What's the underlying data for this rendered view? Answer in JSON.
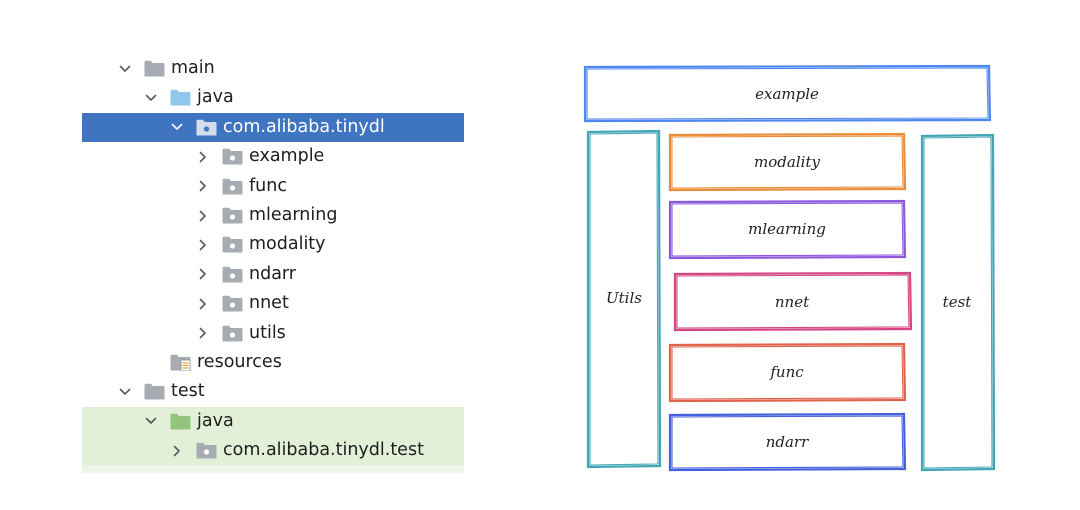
{
  "tree": {
    "items": [
      {
        "label": "main",
        "depth": 0,
        "expanded": true,
        "folder": "plain"
      },
      {
        "label": "java",
        "depth": 1,
        "expanded": true,
        "folder": "source"
      },
      {
        "label": "com.alibaba.tinydl",
        "depth": 2,
        "expanded": true,
        "folder": "package",
        "selected": true
      },
      {
        "label": "example",
        "depth": 3,
        "expanded": false,
        "folder": "package"
      },
      {
        "label": "func",
        "depth": 3,
        "expanded": false,
        "folder": "package"
      },
      {
        "label": "mlearning",
        "depth": 3,
        "expanded": false,
        "folder": "package"
      },
      {
        "label": "modality",
        "depth": 3,
        "expanded": false,
        "folder": "package"
      },
      {
        "label": "ndarr",
        "depth": 3,
        "expanded": false,
        "folder": "package"
      },
      {
        "label": "nnet",
        "depth": 3,
        "expanded": false,
        "folder": "package"
      },
      {
        "label": "utils",
        "depth": 3,
        "expanded": false,
        "folder": "package"
      },
      {
        "label": "resources",
        "depth": 1,
        "expanded": null,
        "folder": "resources"
      },
      {
        "label": "test",
        "depth": 0,
        "expanded": true,
        "folder": "plain"
      },
      {
        "label": "java",
        "depth": 1,
        "expanded": true,
        "folder": "test-source",
        "test": true
      },
      {
        "label": "com.alibaba.tinydl.test",
        "depth": 2,
        "expanded": false,
        "folder": "package",
        "test": true
      }
    ]
  },
  "diagram": {
    "boxes": [
      {
        "label": "example",
        "color": "#4f86f0"
      },
      {
        "label": "Utils",
        "color": "#43a6b6"
      },
      {
        "label": "test",
        "color": "#43a6b6"
      },
      {
        "label": "modality",
        "color": "#ea8c38"
      },
      {
        "label": "mlearning",
        "color": "#8c58dc"
      },
      {
        "label": "nnet",
        "color": "#d5457f"
      },
      {
        "label": "func",
        "color": "#e0644c"
      },
      {
        "label": "ndarr",
        "color": "#4460dc"
      }
    ]
  },
  "colors": {
    "selection": "#3f74c1",
    "test_bg": "#e3f0d8",
    "folder_gray": "#a7abb2",
    "folder_source": "#8fc8ea",
    "folder_test": "#93c47d"
  }
}
